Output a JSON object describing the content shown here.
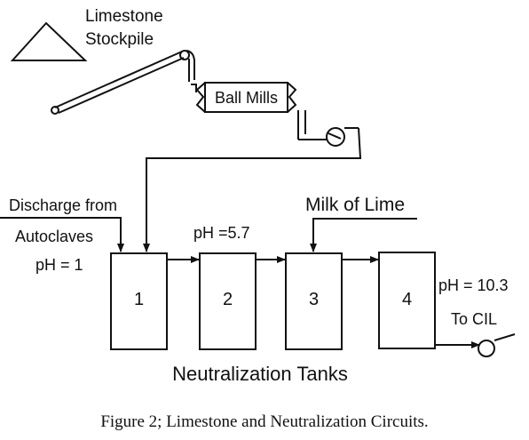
{
  "labels": {
    "stockpile_line1": "Limestone",
    "stockpile_line2": "Stockpile",
    "ball_mills": "Ball Mills",
    "discharge_line1": "Discharge from",
    "discharge_line2": "Autoclaves",
    "ph_inlet": "pH = 1",
    "ph_tank2": "pH =5.7",
    "milk_of_lime": "Milk of Lime",
    "ph_outlet": "pH = 10.3",
    "to_cil": "To CIL",
    "tanks_title": "Neutralization Tanks"
  },
  "tanks": [
    {
      "label": "1"
    },
    {
      "label": "2"
    },
    {
      "label": "3"
    },
    {
      "label": "4"
    }
  ],
  "caption": "Figure 2; Limestone and Neutralization Circuits."
}
